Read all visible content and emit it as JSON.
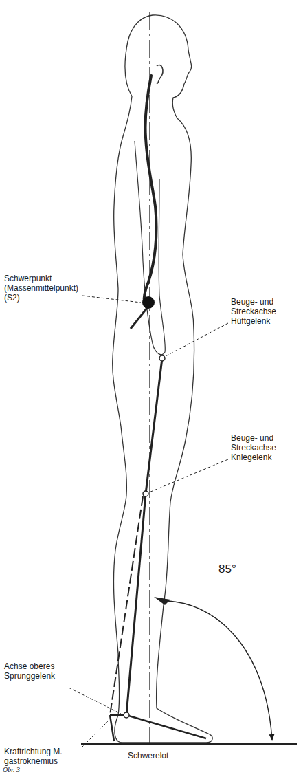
{
  "diagram": {
    "caption": "Obr. 3",
    "labels": [
      "Schwerpunkt (Massenmittelpunkt) (S2)",
      "Beuge- und Streckachse Hüftgelenk",
      "Beuge- und Streckachse Kniegelenk",
      "85°",
      "Achse oberes Sprunggelenk",
      "Kraftrichtung M. gastroknemius",
      "Schwerelot"
    ]
  }
}
